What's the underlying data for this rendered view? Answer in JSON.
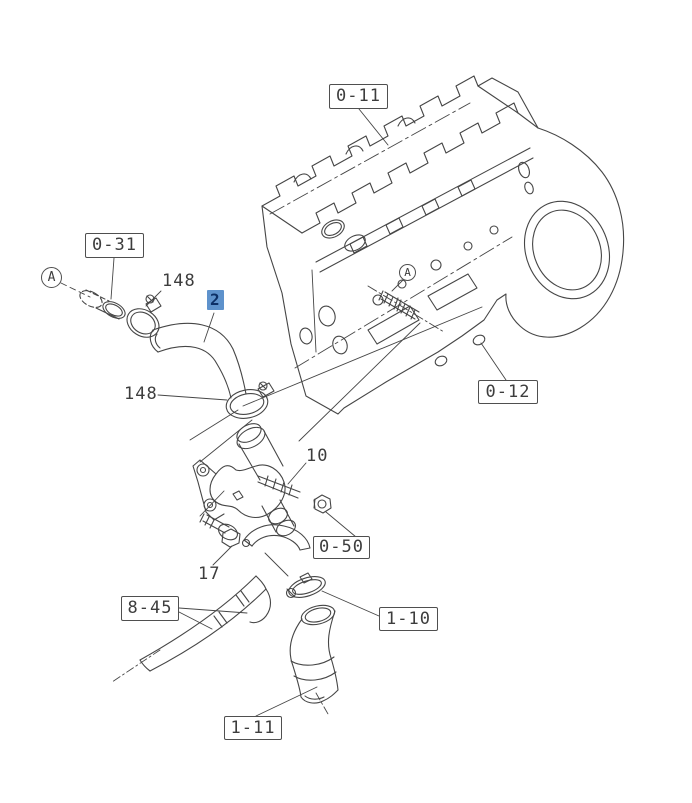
{
  "diagram": {
    "type": "engine-parts-exploded-diagram",
    "ref_boxes": [
      {
        "id": "0-11",
        "label": "0-11"
      },
      {
        "id": "0-31",
        "label": "0-31"
      },
      {
        "id": "0-12",
        "label": "0-12"
      },
      {
        "id": "0-50",
        "label": "0-50"
      },
      {
        "id": "8-45",
        "label": "8-45"
      },
      {
        "id": "1-10",
        "label": "1-10"
      },
      {
        "id": "1-11",
        "label": "1-11"
      }
    ],
    "callouts": [
      {
        "id": "148-upper",
        "label": "148",
        "highlighted": false
      },
      {
        "id": "2",
        "label": "2",
        "highlighted": true
      },
      {
        "id": "148-lower",
        "label": "148",
        "highlighted": false
      },
      {
        "id": "10",
        "label": "10",
        "highlighted": false
      },
      {
        "id": "17",
        "label": "17",
        "highlighted": false
      }
    ],
    "view_markers": [
      {
        "id": "A-left",
        "label": "A"
      },
      {
        "id": "A-engine",
        "label": "A"
      }
    ],
    "colors": {
      "line": "#464646",
      "background": "#ffffff",
      "highlight_bg": "#5e92cc",
      "highlight_text": "#0c2f66"
    }
  }
}
